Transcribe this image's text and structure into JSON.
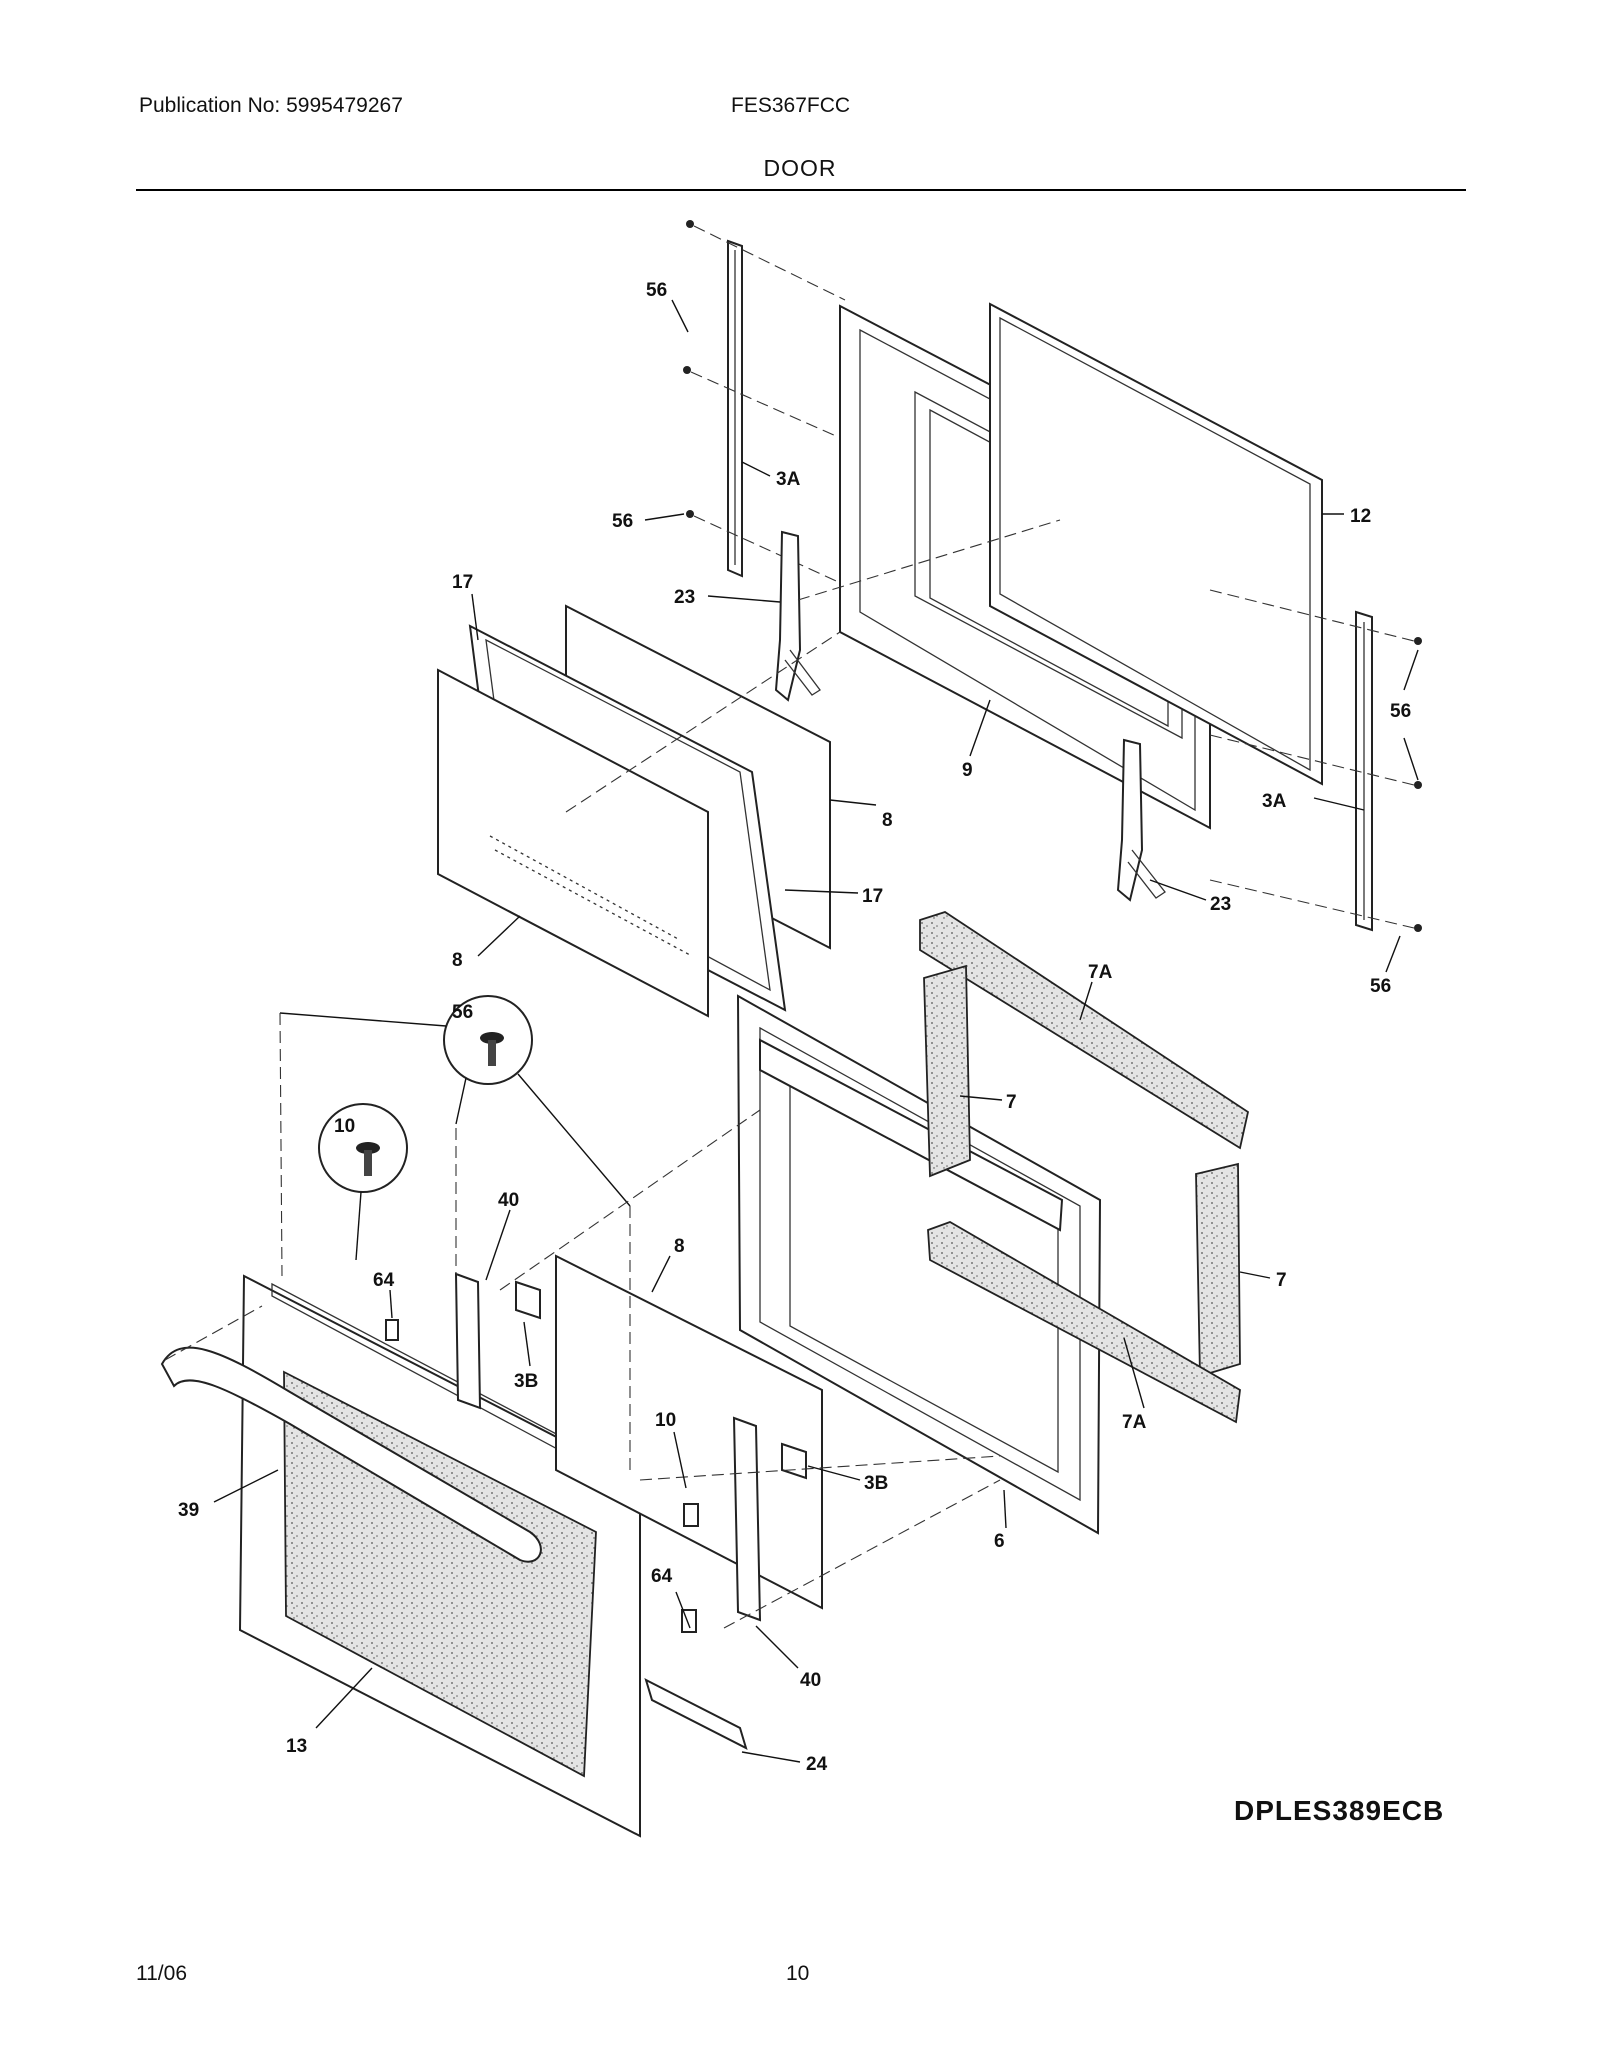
{
  "header": {
    "publication": "Publication No: 5995479267",
    "model": "FES367FCC",
    "section_title": "DOOR"
  },
  "footer": {
    "date": "11/06",
    "page_number": "10",
    "diagram_code": "DPLES389ECB"
  },
  "callouts": {
    "c56a": "56",
    "c3a_top": "3A",
    "c56b": "56",
    "c17_top": "17",
    "c23_left": "23",
    "c12": "12",
    "c56c": "56",
    "c9": "9",
    "c3a_right": "3A",
    "c8_right": "8",
    "c17_right": "17",
    "c23_right": "23",
    "c8_left": "8",
    "c7a_top": "7A",
    "c56d": "56",
    "c56_detail": "56",
    "c7_top": "7",
    "c10_detail": "10",
    "c40_top": "40",
    "c8_front": "8",
    "c7_right": "7",
    "c64_top": "64",
    "c3b_left": "3B",
    "c10": "10",
    "c7a_bottom": "7A",
    "c3b_right": "3B",
    "c39": "39",
    "c6": "6",
    "c64_bottom": "64",
    "c40_bottom": "40",
    "c13": "13",
    "c24": "24"
  }
}
